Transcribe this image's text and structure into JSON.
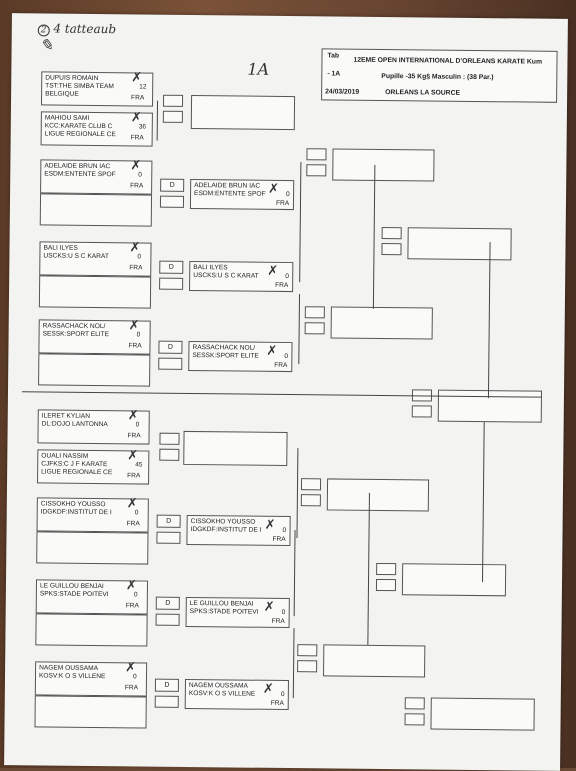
{
  "header": {
    "tab": "Tab",
    "tab_num": "- 1A",
    "date": "24/03/2019",
    "title": "12EME OPEN INTERNATIONAL D'ORLEANS KARATE Kum",
    "category": "Pupille -35 Kg§ Masculin : (38 Par.)",
    "venue": "ORLEANS LA SOURCE"
  },
  "handwriting": {
    "top_note": "4 tatteaub",
    "mark": "1A"
  },
  "bye_label": "D",
  "round1": [
    {
      "name": "DUPUIS ROMAIN",
      "club": "TST:THE SIMBA TEAM",
      "extra": "BELGIQUE",
      "country": "FRA",
      "score": "12"
    },
    {
      "name": "MAHIOU SAMI",
      "club": "KCC:KARATE CLUB C",
      "extra": "LIGUE REGIONALE CE",
      "country": "FRA",
      "score": "36"
    },
    {
      "name": "ADELAIDE BRUN IAC",
      "club": "ESDM:ENTENTE SPOF",
      "extra": "",
      "country": "FRA",
      "score": "0"
    },
    {
      "name": "BALI ILYES",
      "club": "USCKS:U S C KARAT",
      "extra": "",
      "country": "FRA",
      "score": "0"
    },
    {
      "name": "RASSACHACK NOL/",
      "club": "SESSK:SPORT ELITE",
      "extra": "",
      "country": "FRA",
      "score": "0"
    },
    {
      "name": "ILERET KYLIAN",
      "club": "DL:DOJO LANTONNA",
      "extra": "",
      "country": "FRA",
      "score": "0"
    },
    {
      "name": "OUALI NASSIM",
      "club": "CJFKS:C J F KARATE",
      "extra": "LIGUE REGIONALE CE",
      "country": "FRA",
      "score": "45"
    },
    {
      "name": "CISSOKHO YOUSSO",
      "club": "IDGKDF:INSTITUT DE I",
      "extra": "",
      "country": "FRA",
      "score": "0"
    },
    {
      "name": "LE GUILLOU BENJAI",
      "club": "SPKS:STADE POITEVI",
      "extra": "",
      "country": "FRA",
      "score": "0"
    },
    {
      "name": "NAGEM OUSSAMA",
      "club": "KOSV:K O S VILLENE",
      "extra": "",
      "country": "FRA",
      "score": "0"
    }
  ],
  "round2": [
    {
      "name": "ADELAIDE BRUN IAC",
      "club": "ESDM:ENTENTE SPOF",
      "country": "FRA",
      "score": "0"
    },
    {
      "name": "BALI ILYES",
      "club": "USCKS:U S C KARAT",
      "country": "FRA",
      "score": "0"
    },
    {
      "name": "RASSACHACK NOL/",
      "club": "SESSK:SPORT ELITE",
      "country": "FRA",
      "score": "0"
    },
    {
      "name": "CISSOKHO YOUSSO",
      "club": "IDGKDF:INSTITUT DE I",
      "country": "FRA",
      "score": "0"
    },
    {
      "name": "LE GUILLOU BENJAI",
      "club": "SPKS:STADE POITEVI",
      "country": "FRA",
      "score": "0"
    },
    {
      "name": "NAGEM OUSSAMA",
      "club": "KOSV:K O S VILLENE",
      "country": "FRA",
      "score": "0"
    }
  ]
}
